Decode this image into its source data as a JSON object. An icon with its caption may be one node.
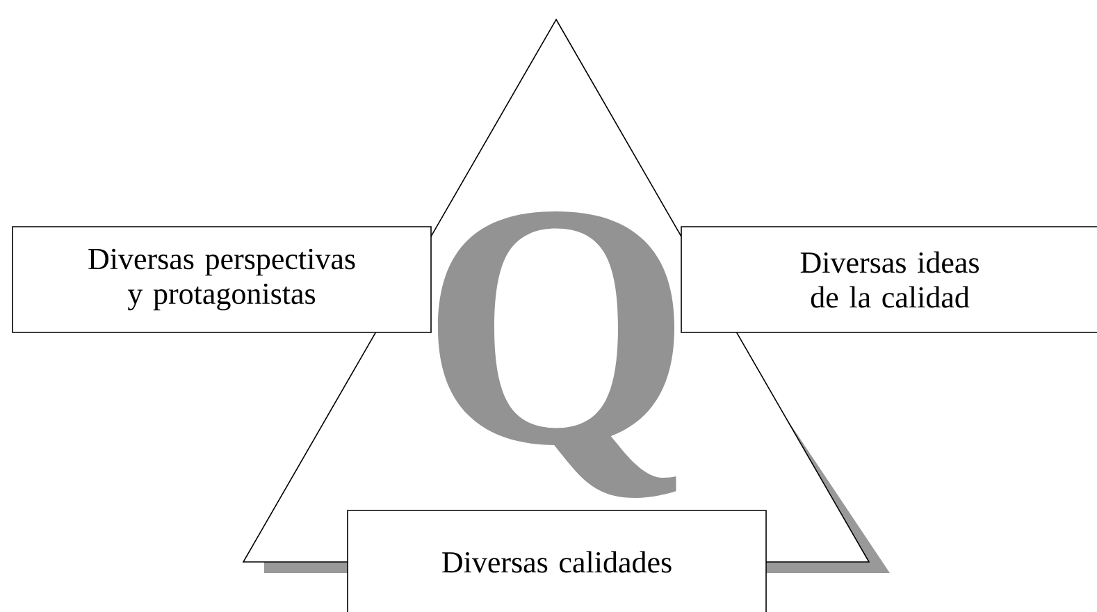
{
  "diagram": {
    "nodes": [
      {
        "text": [
          "Diversas perspectivas y protagonistas"
        ]
      },
      {
        "text": [
          "Diversas ideas de la calidad"
        ]
      },
      {
        "text": [
          "Diversas calidades"
        ]
      }
    ],
    "labels": [
      "Q"
    ]
  }
}
